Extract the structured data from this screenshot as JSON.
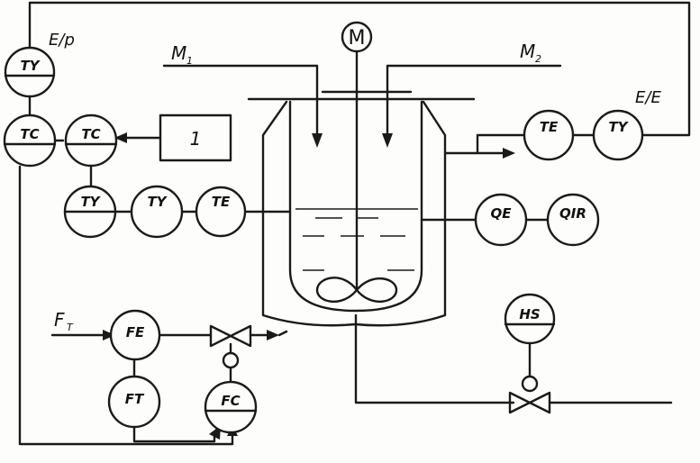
{
  "inputs": {
    "m1": {
      "label": "M",
      "sub": "1"
    },
    "m2": {
      "label": "M",
      "sub": "2"
    },
    "ft": {
      "label": "F",
      "sub": "T"
    }
  },
  "motor": {
    "label": "M"
  },
  "converters": {
    "ep": "E/p",
    "ee": "E/E"
  },
  "block": {
    "label": "1"
  },
  "instruments": {
    "ty_top": "TY",
    "tc_left": "TC",
    "tc_mid": "TC",
    "ty_low1": "TY",
    "ty_low2": "TY",
    "te_left": "TE",
    "te_right": "TE",
    "ty_right": "TY",
    "qe": "QE",
    "qir": "QIR",
    "fe": "FE",
    "ft": "FT",
    "fc": "FC",
    "hs": "HS"
  }
}
